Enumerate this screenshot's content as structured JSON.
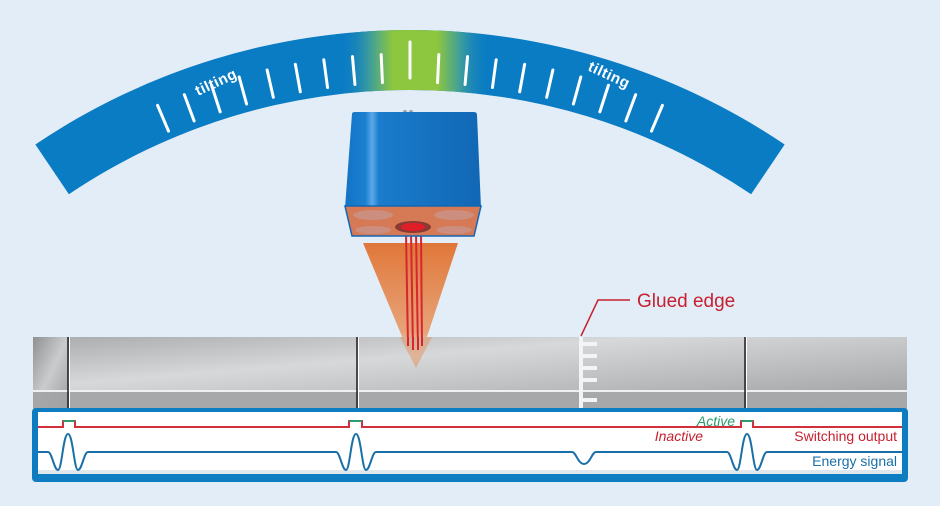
{
  "diagram": {
    "scale": {
      "left_label": "tilting",
      "right_label": "tilting",
      "tick_count": 19,
      "colors": {
        "band": "#0a7cc4",
        "tick": "#ffffff",
        "optimal": "#8dc63f"
      }
    },
    "sensor": {
      "body_color": "#1577c8",
      "face_color": "#d97a55",
      "beam_color": "#e0702f",
      "laser_color": "#d7262e"
    },
    "surface": {
      "annotation": "Glued edge",
      "annotation_color": "#c8202f"
    },
    "signal_panel": {
      "switching_output": {
        "label": "Switching output",
        "active_label": "Active",
        "inactive_label": "Inactive",
        "color": "#d32f3a",
        "active_color": "#2a9d6a"
      },
      "energy_signal": {
        "label": "Energy signal",
        "color": "#1b6fa8"
      },
      "border_color": "#0d7cc1"
    }
  }
}
